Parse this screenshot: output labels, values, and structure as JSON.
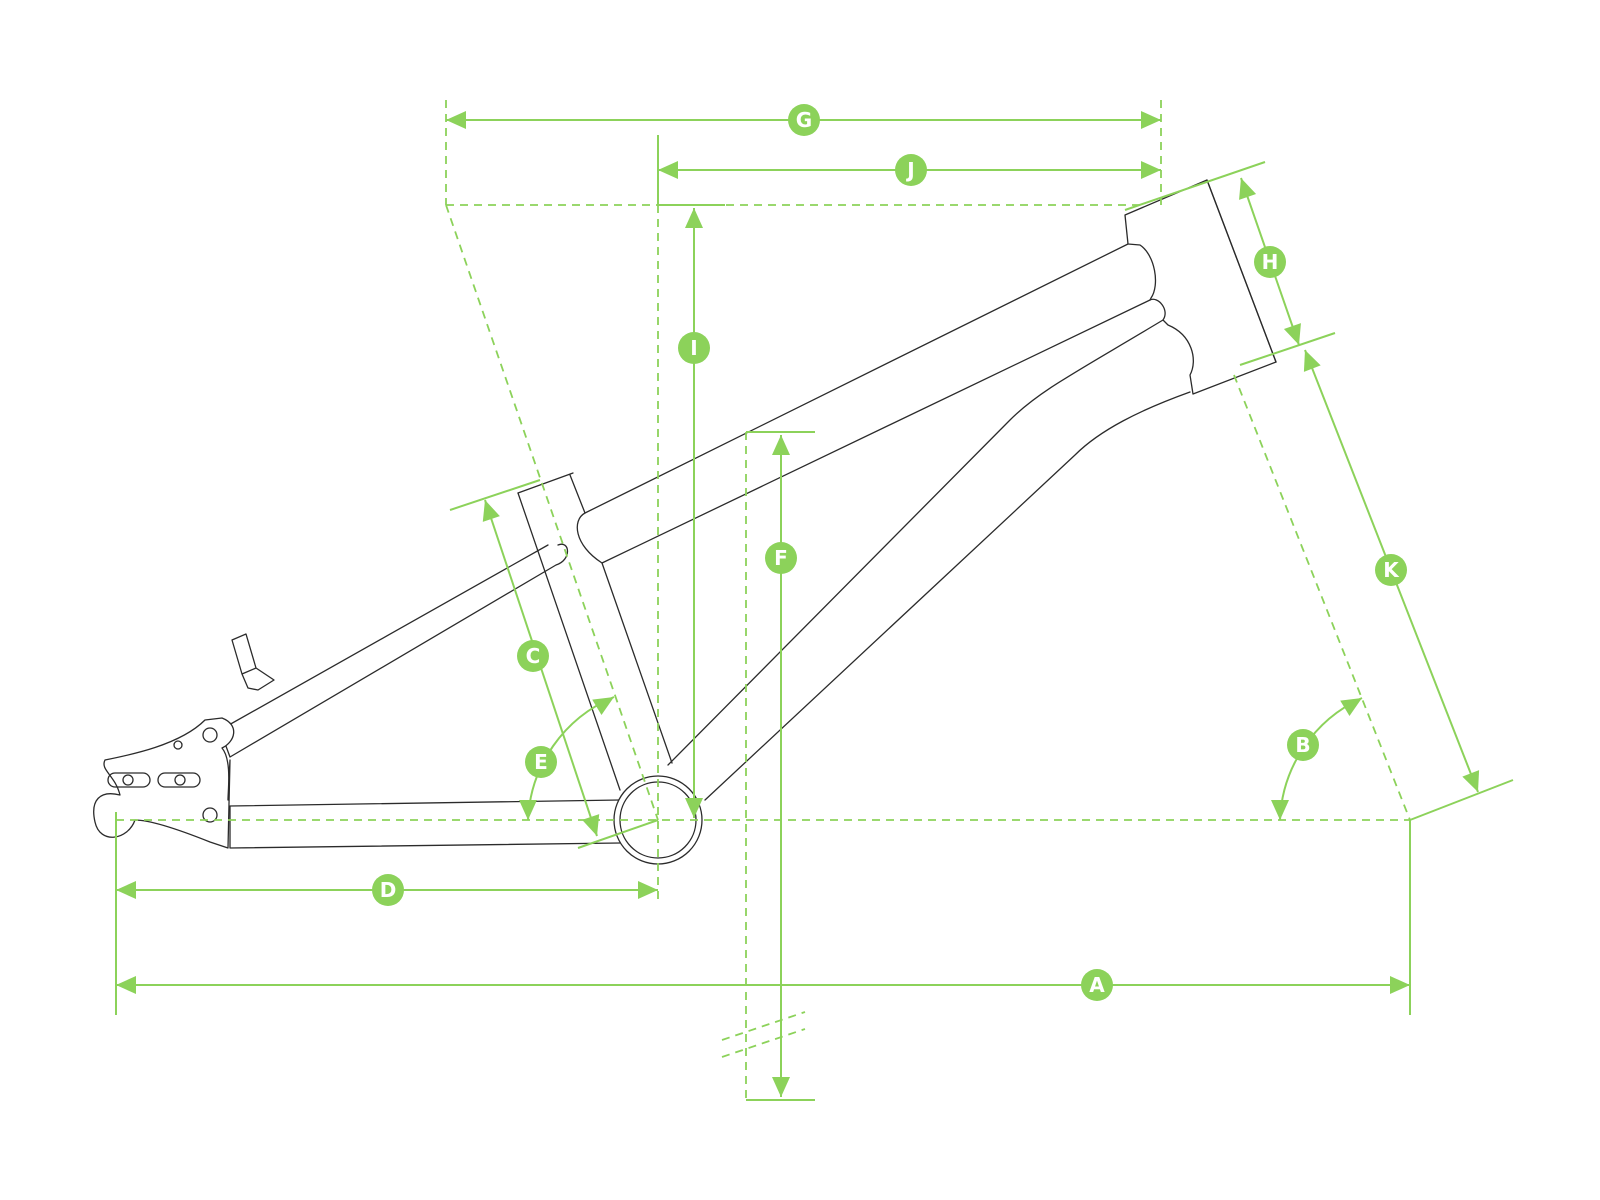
{
  "colors": {
    "accent": "#8cd25a",
    "frame_line": "#2b2b2b",
    "background": "#ffffff"
  },
  "labels": {
    "A": "A",
    "B": "B",
    "C": "C",
    "D": "D",
    "E": "E",
    "F": "F",
    "G": "G",
    "H": "H",
    "I": "I",
    "J": "J",
    "K": "K"
  }
}
